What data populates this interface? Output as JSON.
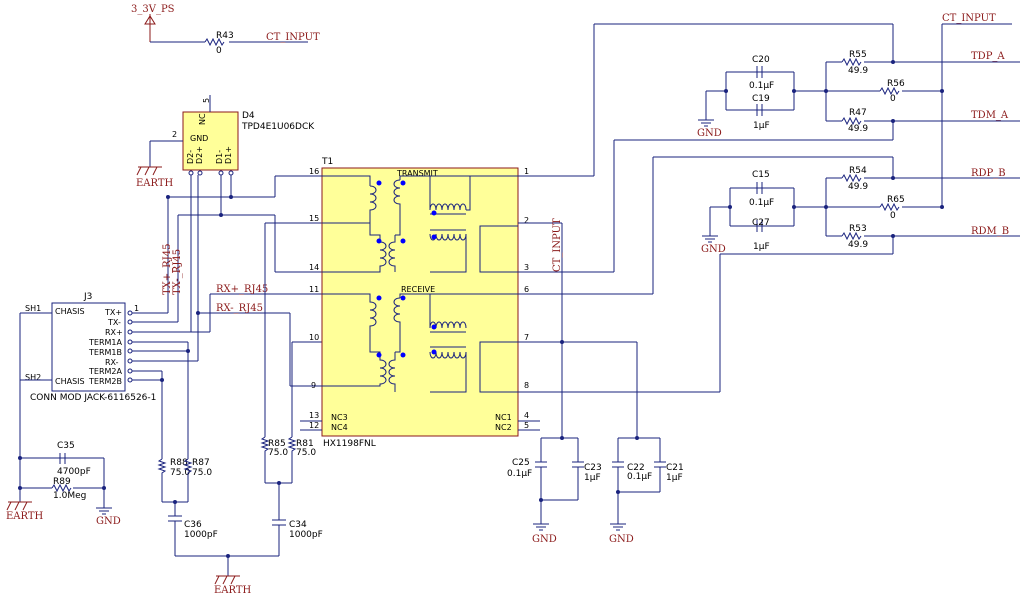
{
  "nets": {
    "v33": "3_3V_PS",
    "ct_input_a": "CT_INPUT",
    "ct_input_b": "CT_INPUT",
    "ct_input_c": "CT_INPUT",
    "tdp": "TDP_A",
    "tdm": "TDM_A",
    "rdp": "RDP_B",
    "rdm": "RDM_B",
    "txp_rj": "TX+_RJ45",
    "txm_rj": "TX-_RJ45",
    "rxp_rj": "RX+_RJ45",
    "rxm_rj": "RX-_RJ45",
    "earth_d4": "EARTH",
    "earth_j3": "EARTH",
    "earth_bot": "EARTH",
    "gnd_1": "GND",
    "gnd_2": "GND",
    "gnd_3": "GND",
    "gnd_4": "GND",
    "gnd_5": "GND"
  },
  "components": {
    "r43": {
      "ref": "R43",
      "value": "0"
    },
    "d4": {
      "ref": "D4",
      "part": "TPD4E1U06DCK",
      "nc": "NC",
      "gnd": "GND",
      "pin5": "5",
      "pin2": "2",
      "p_d2m": "D2-",
      "p_d2p": "D2+",
      "p_d1m": "D1-",
      "p_d1p": "D1+"
    },
    "t1": {
      "ref": "T1",
      "part": "HX1198FNL",
      "transmit": "TRANSMIT",
      "receive": "RECEIVE",
      "pins_left": [
        "16",
        "15",
        "14",
        "11",
        "10",
        "9",
        "13",
        "12"
      ],
      "pins_right": [
        "1",
        "2",
        "3",
        "6",
        "7",
        "8",
        "4",
        "5"
      ],
      "nc_left": [
        "NC3",
        "NC4"
      ],
      "nc_right": [
        "NC1",
        "NC2"
      ]
    },
    "j3": {
      "ref": "J3",
      "part": "CONN MOD JACK-6116526-1",
      "labels": [
        "CHASIS",
        "TX+",
        "TX-",
        "RX+",
        "TERM1A",
        "TERM1B",
        "RX-",
        "TERM2A",
        "CHASIS",
        "TERM2B"
      ],
      "pin1": "1",
      "sh1": "SH1",
      "sh2": "SH2"
    },
    "r55": {
      "ref": "R55",
      "value": "49.9"
    },
    "r56": {
      "ref": "R56",
      "value": "0"
    },
    "r47": {
      "ref": "R47",
      "value": "49.9"
    },
    "c20": {
      "ref": "C20",
      "value": "0.1µF"
    },
    "c19": {
      "ref": "C19",
      "value": "1µF"
    },
    "r54": {
      "ref": "R54",
      "value": "49.9"
    },
    "r65": {
      "ref": "R65",
      "value": "0"
    },
    "r53": {
      "ref": "R53",
      "value": "49.9"
    },
    "c15": {
      "ref": "C15",
      "value": "0.1µF"
    },
    "c27": {
      "ref": "C27",
      "value": "1µF"
    },
    "c35": {
      "ref": "C35",
      "value": "4700pF"
    },
    "r89": {
      "ref": "R89",
      "value": "1.0Meg"
    },
    "r88": {
      "ref": "R88",
      "value": "75.0"
    },
    "r87": {
      "ref": "R87",
      "value": "75.0"
    },
    "r85": {
      "ref": "R85",
      "value": "75.0"
    },
    "r81": {
      "ref": "R81",
      "value": "75.0"
    },
    "c36": {
      "ref": "C36",
      "value": "1000pF"
    },
    "c34": {
      "ref": "C34",
      "value": "1000pF"
    },
    "c25": {
      "ref": "C25",
      "value": "0.1µF"
    },
    "c23": {
      "ref": "C23",
      "value": "1µF"
    },
    "c22": {
      "ref": "C22",
      "value": "0.1µF"
    },
    "c21": {
      "ref": "C21",
      "value": "1µF"
    }
  },
  "colors": {
    "wire": "#1a237e",
    "net_label": "#8b1a1a",
    "transformer_fill": "#ffff99",
    "dot": "#0000ff"
  }
}
